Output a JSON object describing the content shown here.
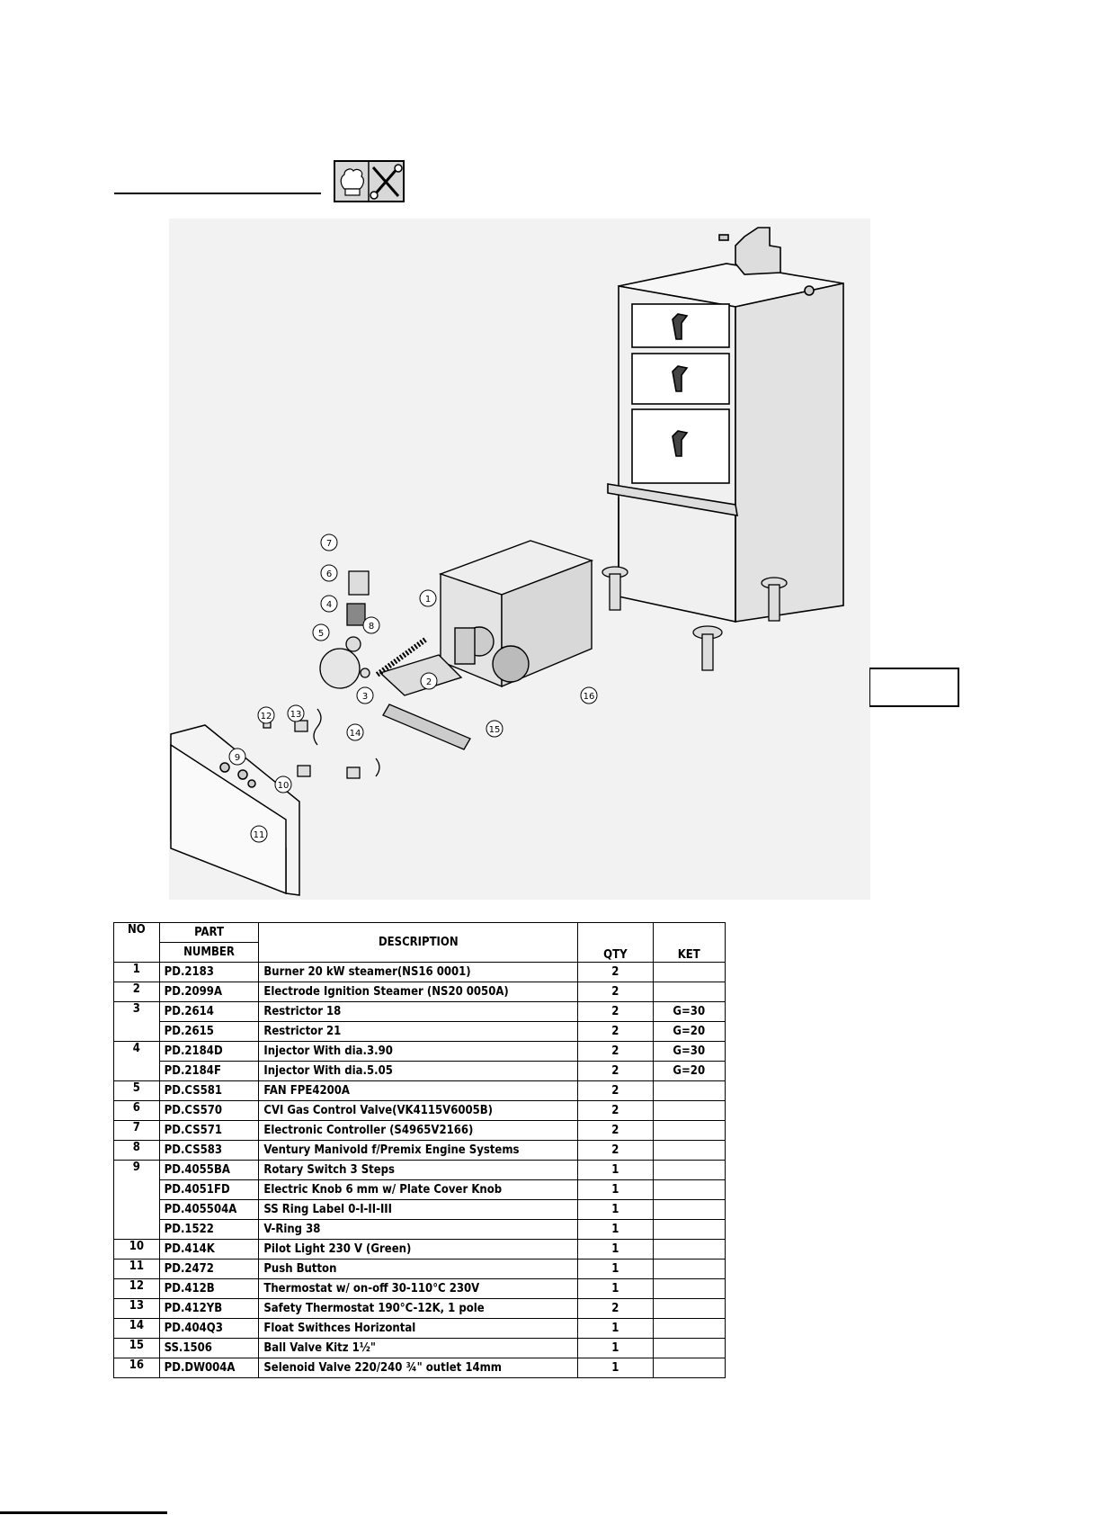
{
  "table": {
    "headers": {
      "no": "NO",
      "part_top": "PART",
      "part_bottom": "NUMBER",
      "description": "DESCRIPTION",
      "qty": "QTY",
      "ket": "KET"
    },
    "rows": [
      {
        "no": "1",
        "part": "PD.2183",
        "desc": "Burner 20 kW steamer(NS16 0001)",
        "qty": "2",
        "ket": ""
      },
      {
        "no": "2",
        "part": "PD.2099A",
        "desc": "Electrode Ignition Steamer (NS20 0050A)",
        "qty": "2",
        "ket": ""
      },
      {
        "no": "3",
        "part": "PD.2614",
        "desc": "Restrictor 18",
        "qty": "2",
        "ket": "G=30"
      },
      {
        "no": "",
        "part": "PD.2615",
        "desc": "Restrictor 21",
        "qty": "2",
        "ket": "G=20"
      },
      {
        "no": "4",
        "part": "PD.2184D",
        "desc": "Injector With dia.3.90",
        "qty": "2",
        "ket": "G=30"
      },
      {
        "no": "",
        "part": "PD.2184F",
        "desc": "Injector With dia.5.05",
        "qty": "2",
        "ket": "G=20"
      },
      {
        "no": "5",
        "part": "PD.CS581",
        "desc": "FAN FPE4200A",
        "qty": "2",
        "ket": ""
      },
      {
        "no": "6",
        "part": "PD.CS570",
        "desc": "CVI Gas Control Valve(VK4115V6005B)",
        "qty": "2",
        "ket": ""
      },
      {
        "no": "7",
        "part": "PD.CS571",
        "desc": "Electronic Controller (S4965V2166)",
        "qty": "2",
        "ket": ""
      },
      {
        "no": "8",
        "part": "PD.CS583",
        "desc": "Ventury Manivold f/Premix Engine Systems",
        "qty": "2",
        "ket": ""
      },
      {
        "no": "9",
        "part": "PD.4055BA",
        "desc": "Rotary Switch 3 Steps",
        "qty": "1",
        "ket": ""
      },
      {
        "no": "",
        "part": "PD.4051FD",
        "desc": "Electric Knob 6 mm w/ Plate Cover Knob",
        "qty": "1",
        "ket": ""
      },
      {
        "no": "",
        "part": "PD.405504A",
        "desc": "SS Ring Label 0-I-II-III",
        "qty": "1",
        "ket": ""
      },
      {
        "no": "",
        "part": "PD.1522",
        "desc": "V-Ring 38",
        "qty": "1",
        "ket": ""
      },
      {
        "no": "10",
        "part": "PD.414K",
        "desc": "Pilot Light 230 V (Green)",
        "qty": "1",
        "ket": ""
      },
      {
        "no": "11",
        "part": "PD.2472",
        "desc": "Push Button",
        "qty": "1",
        "ket": ""
      },
      {
        "no": "12",
        "part": "PD.412B",
        "desc": "Thermostat w/ on-off 30-110°C 230V",
        "qty": "1",
        "ket": ""
      },
      {
        "no": "13",
        "part": "PD.412YB",
        "desc": "Safety Thermostat 190°C-12K, 1 pole",
        "qty": "2",
        "ket": ""
      },
      {
        "no": "14",
        "part": "PD.404Q3",
        "desc": "Float Swithces Horizontal",
        "qty": "1",
        "ket": ""
      },
      {
        "no": "15",
        "part": "SS.1506",
        "desc": "Ball Valve Kitz 1½\"",
        "qty": "1",
        "ket": ""
      },
      {
        "no": "16",
        "part": "PD.DW004A",
        "desc": "Selenoid Valve 220/240 ¾\" outlet 14mm",
        "qty": "1",
        "ket": ""
      }
    ]
  },
  "callouts": [
    "1",
    "2",
    "3",
    "4",
    "5",
    "6",
    "7",
    "8",
    "9",
    "10",
    "11",
    "12",
    "13",
    "14",
    "15",
    "16"
  ]
}
